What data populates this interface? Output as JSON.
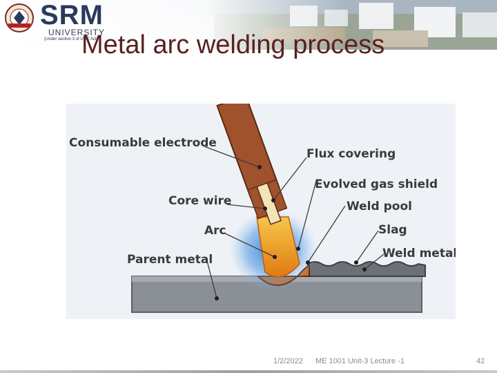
{
  "slide": {
    "title": "Metal arc welding process",
    "footer": {
      "date": "1/2/2022",
      "course": "ME 1001 Unit-3 Lecture -1",
      "page": "42"
    }
  },
  "logo": {
    "name": "SRM",
    "subtitle": "UNIVERSITY",
    "note": "(Under section 3 of UGC Act)"
  },
  "diagram": {
    "labels": {
      "consumable_electrode": "Consumable electrode",
      "flux_covering": "Flux covering",
      "evolved_gas_shield": "Evolved gas shield",
      "core_wire": "Core wire",
      "weld_pool": "Weld pool",
      "arc": "Arc",
      "slag": "Slag",
      "parent_metal": "Parent metal",
      "weld_metal": "Weld metal"
    }
  },
  "colors": {
    "title": "#5a2020",
    "electrode": "#a0522d",
    "gas_shield": "#2f7fd6",
    "arc": "#f2a51a",
    "parent_metal": "#8a9096",
    "diagram_bg": "#eef2f6"
  }
}
